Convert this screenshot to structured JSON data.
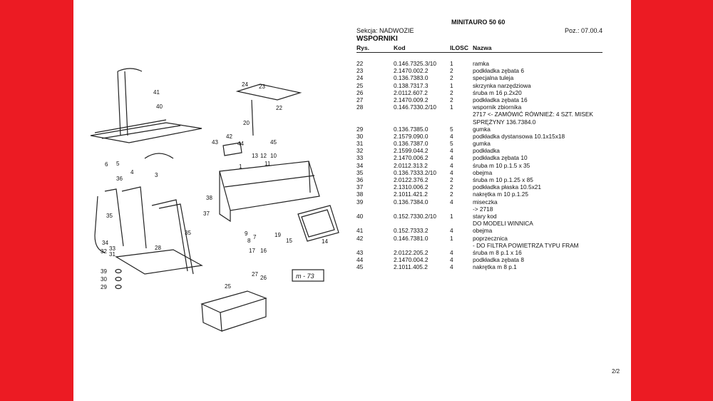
{
  "header": {
    "title": "MINITAURO 50 60",
    "section": "Sekcja: NADWOZIE",
    "position": "Poz.: 07.00.4",
    "group": "WSPORNIKI"
  },
  "columns": {
    "rys": "Rys.",
    "kod": "Kod",
    "ilosc": "ILOSC",
    "nazwa": "Nazwa"
  },
  "rows": [
    {
      "rys": "22",
      "kod": "0.146.7325.3/10",
      "ilosc": "1",
      "nazwa": "ramka"
    },
    {
      "rys": "23",
      "kod": "2.1470.002.2",
      "ilosc": "2",
      "nazwa": "podkładka zębata 6"
    },
    {
      "rys": "24",
      "kod": "0.136.7383.0",
      "ilosc": "2",
      "nazwa": "specjalna tuleja"
    },
    {
      "rys": "25",
      "kod": "0.138.7317.3",
      "ilosc": "1",
      "nazwa": "skrzynka narzędziowa"
    },
    {
      "rys": "26",
      "kod": "2.0112.607.2",
      "ilosc": "2",
      "nazwa": "śruba m 16 p.2x20"
    },
    {
      "rys": "27",
      "kod": "2.1470.009.2",
      "ilosc": "2",
      "nazwa": "podkładka zębata 16"
    },
    {
      "rys": "28",
      "kod": "0.146.7330.2/10",
      "ilosc": "1",
      "nazwa": "wspornik zbiornika"
    },
    {
      "rys": "",
      "kod": "",
      "ilosc": "",
      "nazwa": "2717 <- ZAMÓWIĆ RÓWNIEŻ: 4 SZT. MISEK"
    },
    {
      "rys": "",
      "kod": "",
      "ilosc": "",
      "nazwa": "SPRĘŻYNY 136.7384.0"
    },
    {
      "rys": "29",
      "kod": "0.136.7385.0",
      "ilosc": "5",
      "nazwa": "gumka"
    },
    {
      "rys": "30",
      "kod": "2.1579.090.0",
      "ilosc": "4",
      "nazwa": "podkładka dystansowa 10.1x15x18"
    },
    {
      "rys": "31",
      "kod": "0.136.7387.0",
      "ilosc": "5",
      "nazwa": "gumka"
    },
    {
      "rys": "32",
      "kod": "2.1599.044.2",
      "ilosc": "4",
      "nazwa": "podkładka"
    },
    {
      "rys": "33",
      "kod": "2.1470.006.2",
      "ilosc": "4",
      "nazwa": "podkładka zębata 10"
    },
    {
      "rys": "34",
      "kod": "2.0112.313.2",
      "ilosc": "4",
      "nazwa": "śruba m 10 p.1.5 x 35"
    },
    {
      "rys": "35",
      "kod": "0.136.7333.2/10",
      "ilosc": "4",
      "nazwa": "obejma"
    },
    {
      "rys": "36",
      "kod": "2.0122.376.2",
      "ilosc": "2",
      "nazwa": "śruba m 10 p.1.25 x 85"
    },
    {
      "rys": "37",
      "kod": "2.1310.006.2",
      "ilosc": "2",
      "nazwa": "podkładka płaska 10.5x21"
    },
    {
      "rys": "38",
      "kod": "2.1011.421.2",
      "ilosc": "2",
      "nazwa": "nakrętka m 10 p.1.25"
    },
    {
      "rys": "39",
      "kod": "0.136.7384.0",
      "ilosc": "4",
      "nazwa": "miseczka"
    },
    {
      "rys": "",
      "kod": "",
      "ilosc": "",
      "nazwa": "-> 2718"
    },
    {
      "rys": "40",
      "kod": "0.152.7330.2/10",
      "ilosc": "1",
      "nazwa": "stary kod"
    },
    {
      "rys": "",
      "kod": "",
      "ilosc": "",
      "nazwa": "DO MODELI WINNICA"
    },
    {
      "rys": "41",
      "kod": "0.152.7333.2",
      "ilosc": "4",
      "nazwa": "obejma"
    },
    {
      "rys": "42",
      "kod": "0.146.7381.0",
      "ilosc": "1",
      "nazwa": "poprzecznica"
    },
    {
      "rys": "",
      "kod": "",
      "ilosc": "",
      "nazwa": "- DO FILTRA POWIETRZA TYPU FRAM"
    },
    {
      "rys": "43",
      "kod": "2.0122.205.2",
      "ilosc": "4",
      "nazwa": "śruba m 8 p.1 x 16"
    },
    {
      "rys": "44",
      "kod": "2.1470.004.2",
      "ilosc": "4",
      "nazwa": "podkładka zębata 8"
    },
    {
      "rys": "45",
      "kod": "2.1011.405.2",
      "ilosc": "4",
      "nazwa": "nakrętka m 8 p.1"
    }
  ],
  "page_number": "2/2",
  "diagram": {
    "labels": [
      "41",
      "40",
      "24",
      "23",
      "22",
      "20",
      "42",
      "43",
      "44",
      "45",
      "6",
      "5",
      "4",
      "3",
      "13",
      "12",
      "10",
      "11",
      "1",
      "36",
      "35",
      "38",
      "37",
      "9",
      "8",
      "7",
      "19",
      "17",
      "16",
      "15",
      "14",
      "34",
      "33",
      "32",
      "31",
      "28",
      "35",
      "39",
      "30",
      "29",
      "27",
      "26",
      "25"
    ],
    "stamp": "m - 73"
  }
}
